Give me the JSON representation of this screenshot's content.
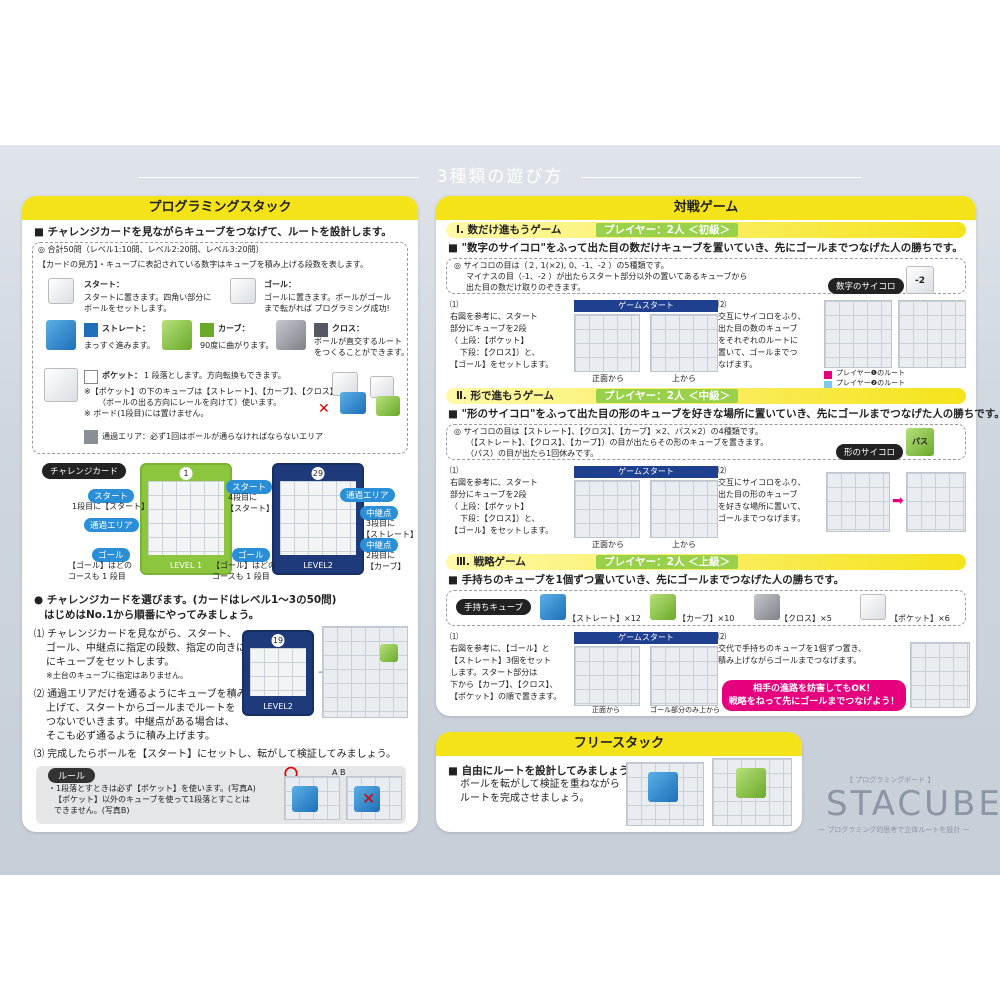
{
  "main_title": "3種類の遊び方",
  "left": {
    "header": "プログラミングスタック",
    "intro": "■ チャレンジカードを見ながらキューブをつなげて、ルートを設計します。",
    "total": "◎ 合計50問（レベル1:10問、レベル2:20問、レベル3:20問）",
    "card_guide": "【カードの見方】・キューブに表記されている数字はキューブを積み上げる段数を表します。",
    "start_label": "スタート：",
    "start_desc1": "スタートに置きます。四角い部分に",
    "start_desc2": "ボールをセットします。",
    "goal_label": "ゴール：",
    "goal_desc1": "ゴールに置きます。ボールがゴール",
    "goal_desc2": "まで転がれば プログラミング成功!",
    "straight_label": "ストレート：",
    "straight_desc": "まっすぐ進みます。",
    "curve_label": "カーブ：",
    "curve_desc": "90度に曲がります。",
    "cross_label": "クロス：",
    "cross_desc1": "ボールが直交するルート",
    "cross_desc2": "をつくることができます。",
    "pocket_label": "ポケット：",
    "pocket_desc": "1 段落とします。方向転換もできます。",
    "pocket_note1": "※【ポケット】の下のキューブは【ストレート】、【カーブ】、【クロス】を",
    "pocket_note2": "（ボールの出る方向にレールを向けて）使います。",
    "pocket_note3": "※ ボード(1段目)には置けません。",
    "pass_area": "通過エリア：必ず1回はボールが通らなければならないエリア",
    "challenge_tag": "チャレンジカード",
    "c1_start_tag": "スタート",
    "c1_start_desc": "1段目に【スタート】",
    "c1_pass_tag": "通過エリア",
    "c1_goal_tag": "ゴール",
    "c1_goal_desc1": "【ゴール】はどの",
    "c1_goal_desc2": "コースも 1 段目",
    "c1_num": "1",
    "c1_level": "LEVEL 1",
    "c2_start_tag": "スタート",
    "c2_start_desc1": "4段目に",
    "c2_start_desc2": "【スタート】",
    "c2_pass_tag": "通過エリア",
    "c2_mid_tag": "中継点",
    "c2_mid_desc1": "3段目に",
    "c2_mid_desc2": "【ストレート】",
    "c2_mid2_tag": "中継点",
    "c2_mid2_desc1": "2段目に",
    "c2_mid2_desc2": "【カーブ】",
    "c2_goal_tag": "ゴール",
    "c2_goal_desc1": "【ゴール】はどの",
    "c2_goal_desc2": "コースも 1 段目",
    "c2_num": "29",
    "c2_level": "LEVEL2",
    "choose1": "● チャレンジカードを選びます。(カードはレベル1～3の50問)",
    "choose2": "はじめはNo.1から順番にやってみましょう。",
    "step1_1": "⑴ チャレンジカードを見ながら、スタート、",
    "step1_2": "ゴール、中継点に指定の段数、指定の向きに",
    "step1_3": "にキューブをセットします。",
    "step1_note": "※土台のキューブに指定はありません。",
    "step2_1": "⑵ 通過エリアだけを通るようにキューブを積み",
    "step2_2": "上げて、スタートからゴールまでルートを",
    "step2_3": "つないでいきます。中継点がある場合は、",
    "step2_4": "そこも必ず通るように積み上げます。",
    "step3": "⑶ 完成したらボールを【スタート】にセットし、転がして検証してみましょう。",
    "c3_num": "19",
    "c3_level": "LEVEL2",
    "rule_tag": "ルール",
    "rule1": "・1段落とすときは必ず【ポケット】を使います。(写真A)",
    "rule2": "【ポケット】以外のキューブを使って1段落とすことは",
    "rule3": "できません。(写真B)",
    "photo_a": "A",
    "photo_b": "B",
    "ok_mark": "〇",
    "ng_mark": "✕"
  },
  "right": {
    "header": "対戦ゲーム",
    "g1_title": "Ⅰ. 数だけ進もうゲーム",
    "g1_sub": "プレイヤー：2人 ＜初級＞",
    "g1_intro": "■ \"数字のサイコロ\"をふって出た目の数だけキューブを置いていき、先にゴールまでつなげた人の勝ちです。",
    "g1_note1": "◎ サイコロの目は（２, 1(×2), 0、-1、-2 ）の5種類です。",
    "g1_note2": "マイナスの目（-1、-2 ）が出たらスタート部分以外の置いてあるキューブから",
    "g1_note3": "出た目の数だけ取りのぞきます。",
    "g1_dice_tag": "数字のサイコロ",
    "g1_dice_face": "-2",
    "g1_s1_1": "⑴",
    "g1_s1_2": "右図を参考に、スタート",
    "g1_s1_3": "部分にキューブを2段",
    "g1_s1_4": "（ 上段：【ポケット】",
    "g1_s1_5": "下段：【クロス】）と、",
    "g1_s1_6": "【ゴール】をセットします。",
    "g1_gs": "ゲームスタート",
    "g1_front": "正面から",
    "g1_top": "上から",
    "g1_s2_1": "⑵",
    "g1_s2_2": "交互にサイコロをふり、",
    "g1_s2_3": "出た目の数のキューブ",
    "g1_s2_4": "をそれぞれのルートに",
    "g1_s2_5": "置いて、ゴールまでつ",
    "g1_s2_6": "なげます。",
    "g1_legend1": "プレイヤー❶のルート",
    "g1_legend2": "プレイヤー❷のルート",
    "g2_title": "Ⅱ. 形で進もうゲーム",
    "g2_sub": "プレイヤー：2人 ＜中級＞",
    "g2_intro": "■ \"形のサイコロ\"をふって出た目の形のキューブを好きな場所に置いていき、先にゴールまでつなげた人の勝ちです。",
    "g2_note1": "◎ サイコロの目は【ストレート】、【クロス】、【カーブ】×2、パス×2）の4種類です。",
    "g2_note2": "（【ストレート】、【クロス】、【カーブ】）の目が出たらその形のキューブを置きます。",
    "g2_note3": "（パス）の目が出たら1回休みです。",
    "g2_dice_tag": "形のサイコロ",
    "g2_dice_face": "パス",
    "g2_s1_1": "⑴",
    "g2_s1_2": "右図を参考に、スタート",
    "g2_s1_3": "部分にキューブを2段",
    "g2_s1_4": "（ 上段：【ポケット】",
    "g2_s1_5": "下段：【クロス】）と、",
    "g2_s1_6": "【ゴール】をセットします。",
    "g2_gs": "ゲームスタート",
    "g2_front": "正面から",
    "g2_top": "上から",
    "g2_s2_1": "⑵",
    "g2_s2_2": "交互にサイコロをふり、",
    "g2_s2_3": "出た目の形のキューブ",
    "g2_s2_4": "を好きな場所に置いて、",
    "g2_s2_5": "ゴールまでつなげます。",
    "g3_title": "Ⅲ. 戦略ゲーム",
    "g3_sub": "プレイヤー：2人 ＜上級＞",
    "g3_intro": "■ 手持ちのキューブを1個ずつ置いていき、先にゴールまでつなげた人の勝ちです。",
    "g3_hand_tag": "手持ちキューブ",
    "g3_straight": "【ストレート】×12",
    "g3_curve": "【カーブ】×10",
    "g3_cross": "【クロス】×5",
    "g3_pocket": "【ポケット】×6",
    "g3_s1_1": "⑴",
    "g3_s1_2": "右図を参考に、【ゴール】と",
    "g3_s1_3": "【ストレート】3個をセット",
    "g3_s1_4": "します。スタート部分は",
    "g3_s1_5": "下から【カーブ】、【クロス】、",
    "g3_s1_6": "【ポケット】の順で置きます。",
    "g3_gs": "ゲームスタート",
    "g3_front": "正面から",
    "g3_top": "ゴール部分のみ上から",
    "g3_s2_1": "⑵",
    "g3_s2_2": "交代で手持ちのキューブを1個ずつ置き、",
    "g3_s2_3": "積み上げながらゴールまでつなげます。",
    "g3_pink1": "相手の進路を妨害してもOK！",
    "g3_pink2": "戦略をねって先にゴールまでつなげよう！"
  },
  "free": {
    "header": "フリースタック",
    "line1": "■ 自由にルートを設計してみましょう！",
    "line2": "ボールを転がして検証を重ねながら",
    "line3": "ルートを完成させましょう。"
  },
  "brand": {
    "small": "【 プログラミングボード 】",
    "logo": "STACUBE",
    "tagline": "ー プログラミング的思考で立体ルートを設計 ー"
  }
}
